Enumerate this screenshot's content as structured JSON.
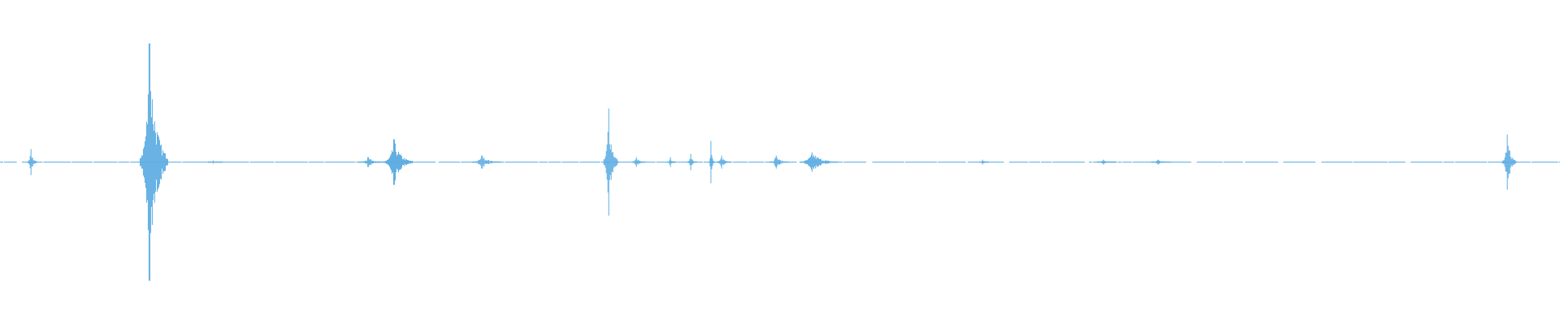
{
  "chart_data": {
    "type": "waveform",
    "color": "#5dade2",
    "background": "#ffffff",
    "xlim": [
      0,
      1
    ],
    "ylim": [
      -1,
      1
    ],
    "grid": false,
    "events": [
      {
        "t": 0.0198,
        "amp": 0.08,
        "width": 0.002
      },
      {
        "t": 0.0958,
        "amp": 0.73,
        "width": 0.006
      },
      {
        "t": 0.1365,
        "amp": 0.01,
        "width": 0.003
      },
      {
        "t": 0.236,
        "amp": 0.03,
        "width": 0.006
      },
      {
        "t": 0.2526,
        "amp": 0.14,
        "width": 0.006
      },
      {
        "t": 0.309,
        "amp": 0.04,
        "width": 0.006
      },
      {
        "t": 0.3901,
        "amp": 0.33,
        "width": 0.003
      },
      {
        "t": 0.4078,
        "amp": 0.03,
        "width": 0.003
      },
      {
        "t": 0.4297,
        "amp": 0.03,
        "width": 0.002
      },
      {
        "t": 0.4427,
        "amp": 0.05,
        "width": 0.002
      },
      {
        "t": 0.4557,
        "amp": 0.13,
        "width": 0.001
      },
      {
        "t": 0.4625,
        "amp": 0.04,
        "width": 0.003
      },
      {
        "t": 0.4974,
        "amp": 0.04,
        "width": 0.004
      },
      {
        "t": 0.5208,
        "amp": 0.06,
        "width": 0.008
      },
      {
        "t": 0.6297,
        "amp": 0.015,
        "width": 0.002
      },
      {
        "t": 0.7073,
        "amp": 0.015,
        "width": 0.004
      },
      {
        "t": 0.7422,
        "amp": 0.015,
        "width": 0.004
      },
      {
        "t": 0.9661,
        "amp": 0.17,
        "width": 0.003
      }
    ]
  }
}
